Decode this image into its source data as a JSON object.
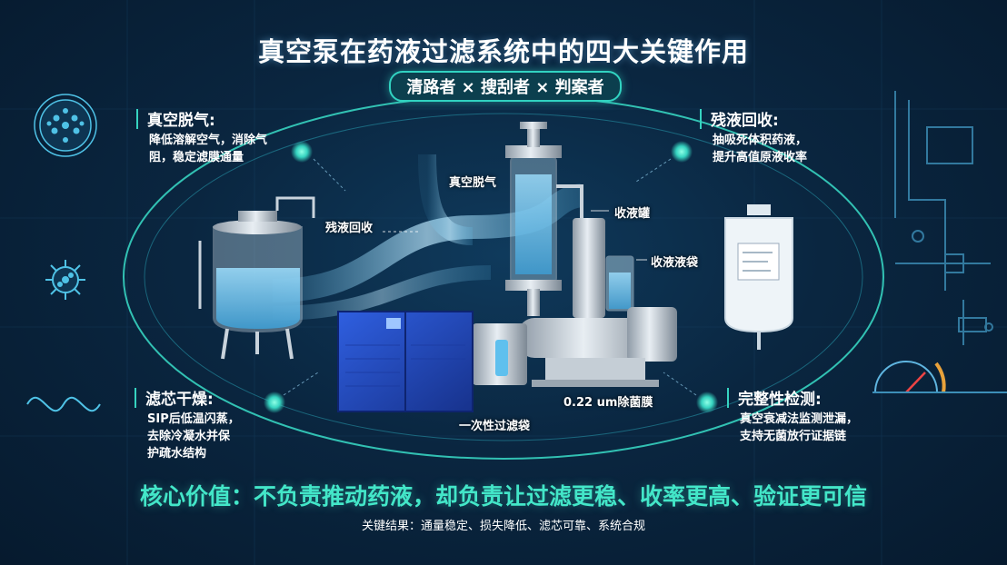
{
  "header": {
    "title": "真空泵在药液过滤系统中的四大关键作用",
    "subtitle": "清路者 × 搜刮者 × 判案者"
  },
  "functions": [
    {
      "title": "真空脱气:",
      "desc_lines": [
        "降低溶解空气，消除气",
        "阻，稳定滤膜通量"
      ]
    },
    {
      "title": "残液回收:",
      "desc_lines": [
        "抽吸死体积药液，",
        "提升高值原液收率"
      ]
    },
    {
      "title": "滤芯干燥:",
      "desc_lines": [
        "SIP后低温闪蒸，",
        "去除冷凝水并保",
        "护疏水结构"
      ]
    },
    {
      "title": "完整性检测:",
      "desc_lines": [
        "真空衰减法监测泄漏，",
        "支持无菌放行证据链"
      ]
    }
  ],
  "diagram_labels": {
    "degas": "真空脱气",
    "recovery": "残液回收",
    "tank": "收液罐",
    "bag": "收液液袋",
    "membrane": "0.22 um除菌膜",
    "filter_bag": "一次性过滤袋"
  },
  "footer": {
    "core_value": "核心价值：不负责推动药液，却负责让过滤更稳、收率更高、验证更可信",
    "key_results": "关键结果：通量稳定、损失降低、滤芯可靠、系统合规"
  },
  "colors": {
    "accent": "#36d3c0",
    "pump_blue": "#1f46b8",
    "liquid": "#5fc0ee",
    "background": "#0a2640"
  }
}
